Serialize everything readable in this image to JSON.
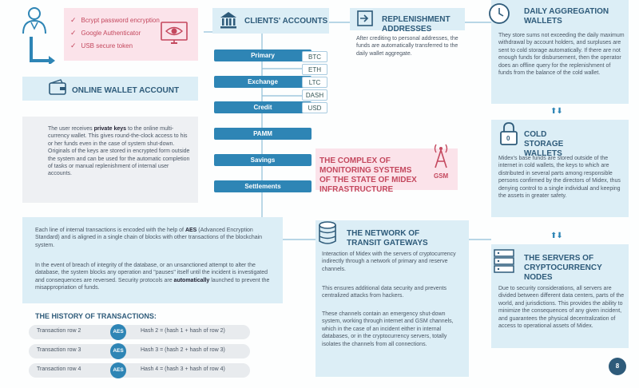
{
  "security": {
    "items": [
      "Bcrypt password encryption",
      "Google Authenticator",
      "USB secure token"
    ]
  },
  "clients": {
    "title": "CLIENTS' ACCOUNTS",
    "pills": [
      "Primary",
      "Exchange",
      "Credit",
      "PAMM",
      "Savings",
      "Settlements"
    ],
    "cryptos": [
      "BTC",
      "ETH",
      "LTC",
      "DASH",
      "USD"
    ]
  },
  "replenishment": {
    "title": "REPLENISHMENT ADDRESSES",
    "text": "After crediting to personal addresses, the funds are automatically transferred to the daily wallet aggregate."
  },
  "daily": {
    "title": "DAILY AGGREGATION WALLETS",
    "text": "They store sums not exceeding the daily maximum withdrawal by account holders, and surpluses are sent to cold storage automatically. If there are not enough funds for disbursement, then the operator does an offline query for the replenishment of funds from the balance of the cold wallet."
  },
  "online_wallet": {
    "title": "ONLINE WALLET ACCOUNT",
    "text_pre": "The user receives ",
    "text_bold": "private keys",
    "text_post": " to the online multi-currency wallet. This gives round-the-clock access to his or her funds even in the case of system shut-down. Originals of the keys are stored in encrypted form outside the system and can be used for the automatic completion of tasks or manual replenishment of internal user accounts."
  },
  "monitoring": {
    "title": "THE COMPLEX OF MONITORING SYSTEMS OF THE STATE OF MIDEX INFRASTRUCTURE",
    "gsm": "GSM"
  },
  "cold": {
    "title": "COLD STORAGE WALLETS",
    "icon_label": "0",
    "text": "Midex's base funds are stored outside of the internet in cold wallets, the keys to which are distributed in several parts among responsible persons confirmed by the directors of Midex, thus denying control to a single individual and keeping the assets in greater safety."
  },
  "transactions": {
    "p1_pre": "Each line of internal transactions is encoded with the help of ",
    "p1_bold": "AES",
    "p1_post": " (Advanced Encryption Standard) and is aligned in a single chain of blocks with other transactions of the blockchain system.",
    "p2_pre": "In the event of breach of integrity of the database, or an unsanctioned attempt to alter the database, the system blocks any operation and \"pauses\" itself until the incident is investigated and consequences are reversed. Security protocols are ",
    "p2_bold": "automatically",
    "p2_post": " launched to prevent the misappropriation of funds.",
    "history_title": "THE HISTORY OF TRANSACTIONS:",
    "rows": [
      {
        "label": "Transaction row 2",
        "aes": "AES",
        "hash": "Hash 2  = (hash 1 + hash of row 2)"
      },
      {
        "label": "Transaction row 3",
        "aes": "AES",
        "hash": "Hash 3 = (hash 2 + hash of row 3)"
      },
      {
        "label": "Transaction row  4",
        "aes": "AES",
        "hash": "Hash 4 = (hash 3 + hash of row 4)"
      }
    ]
  },
  "transit": {
    "title": "THE NETWORK OF TRANSIT GATEWAYS",
    "p1": "Interaction of Midex with the servers of cryptocurrency indirectly through a network of primary and reserve channels.",
    "p2": "This ensures additional data security and prevents centralized attacks from hackers.",
    "p3": "These channels contain an emergency shut-down system, working through internet and GSM channels, which in the case of an incident either in internal databases, or in the cryptocurrency servers, totally isolates the channels from all connections."
  },
  "servers": {
    "title": "THE SERVERS OF CRYPTOCURRENCY NODES",
    "text": "Due to security considerations, all servers are divided between different data centers, parts of the world, and jurisdictions. This provides the ability to minimize the consequences of any given incident, and guarantees the physical decentralization of access to operational assets of Midex."
  },
  "page_number": "8",
  "colors": {
    "accent": "#2e85b5",
    "title": "#2e5b7a",
    "red": "#c4485e"
  }
}
